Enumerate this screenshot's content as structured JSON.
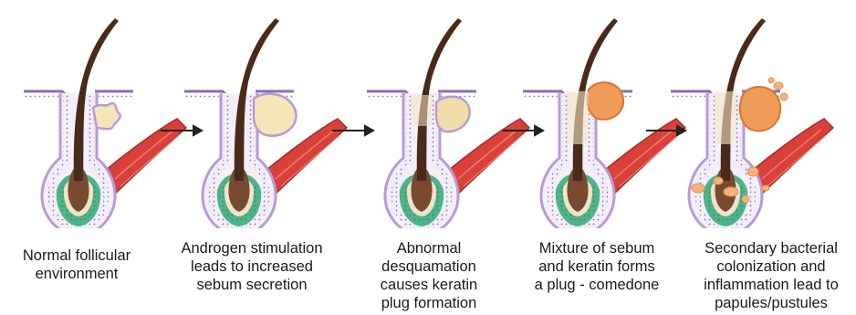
{
  "stages": [
    {
      "caption": [
        "Normal follicular",
        "environment"
      ]
    },
    {
      "caption": [
        "Androgen stimulation",
        "leads to increased",
        "sebum secretion"
      ]
    },
    {
      "caption": [
        "Abnormal",
        "desquamation",
        "causes keratin",
        "plug formation"
      ]
    },
    {
      "caption": [
        "Mixture of sebum",
        "and keratin forms",
        "a plug - comedone"
      ]
    },
    {
      "caption": [
        "Secondary bacterial",
        "colonization and",
        "inflammation lead to",
        "papules/pustules"
      ]
    }
  ],
  "colors": {
    "hair": "#4a2a1a",
    "bulb": "#7a4a30",
    "follicle_outer": "#b79ad6",
    "follicle_fill": "#f4eef8",
    "green_layer": "#4fb38a",
    "beige_layer": "#efe3c8",
    "muscle": "#d8413a",
    "gland_normal": "#f5e6b8",
    "gland_sebum": "#f0ddaa",
    "gland_comedone": "#ef9b5a",
    "debris": "#f2b27a",
    "arrow": "#222222"
  }
}
